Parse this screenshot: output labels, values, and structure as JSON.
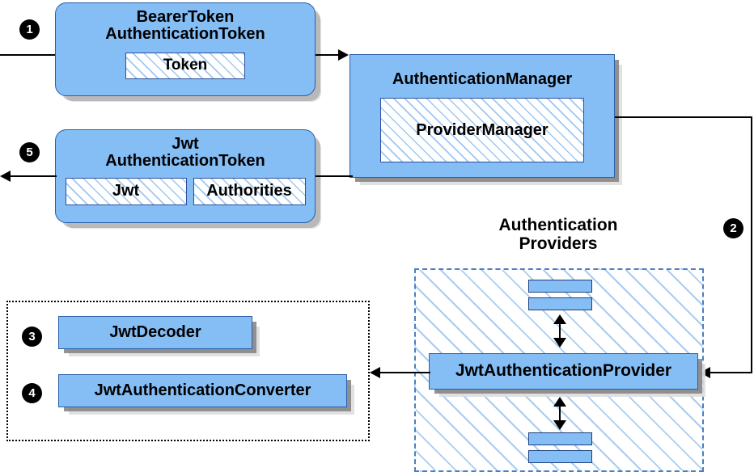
{
  "diagram": {
    "title": "Spring Security JWT Bearer Token Authentication Flow",
    "colors": {
      "node_fill": "#85bdf5",
      "node_border": "#2b5fa8",
      "hatch_line": "#9cc7f2",
      "providers_border": "#4a7fc1",
      "group_border": "#000000",
      "bullet_fill": "#000000",
      "bullet_text": "#ffffff",
      "line": "#000000",
      "background": "#ffffff"
    }
  },
  "steps": {
    "one": "1",
    "two": "2",
    "three": "3",
    "four": "4",
    "five": "5"
  },
  "nodes": {
    "bearer_token": {
      "title": "BearerToken\nAuthenticationToken",
      "slots": [
        {
          "label": "Token"
        }
      ]
    },
    "jwt_token": {
      "title": "Jwt\nAuthenticationToken",
      "slots": [
        {
          "label": "Jwt"
        },
        {
          "label": "Authorities"
        }
      ]
    },
    "authentication_manager": {
      "title": "AuthenticationManager",
      "slots": [
        {
          "label": "ProviderManager"
        }
      ]
    },
    "jwt_authentication_provider": {
      "title": "JwtAuthenticationProvider"
    },
    "jwt_decoder": {
      "title": "JwtDecoder"
    },
    "jwt_authentication_converter": {
      "title": "JwtAuthenticationConverter"
    }
  },
  "groups": {
    "authentication_providers": {
      "label": "Authentication\nProviders"
    },
    "jwt_support": {
      "label": ""
    }
  }
}
